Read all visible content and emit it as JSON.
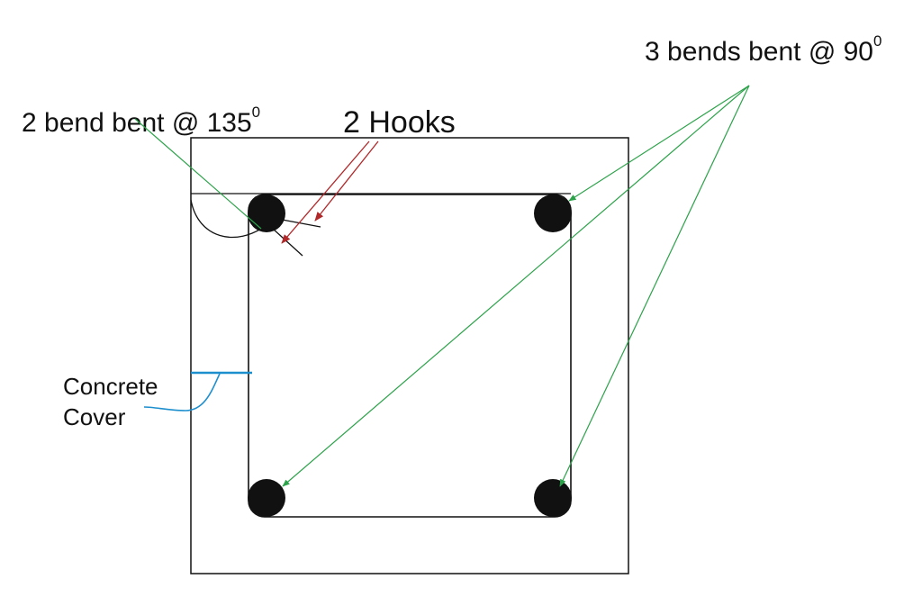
{
  "labels": {
    "bend_135": {
      "text": "2 bend bent @ 135",
      "sup": "0"
    },
    "hooks": "2 Hooks",
    "bends_90": {
      "text": "3 bends bent @ 90",
      "sup": "0"
    },
    "concrete_cover": [
      "Concrete",
      "Cover"
    ]
  },
  "colors": {
    "outline": "#111111",
    "rebar": "#111111",
    "leader_green": "#2ca24a",
    "leader_red": "#b0282a",
    "leader_blue": "#1e8fce"
  }
}
